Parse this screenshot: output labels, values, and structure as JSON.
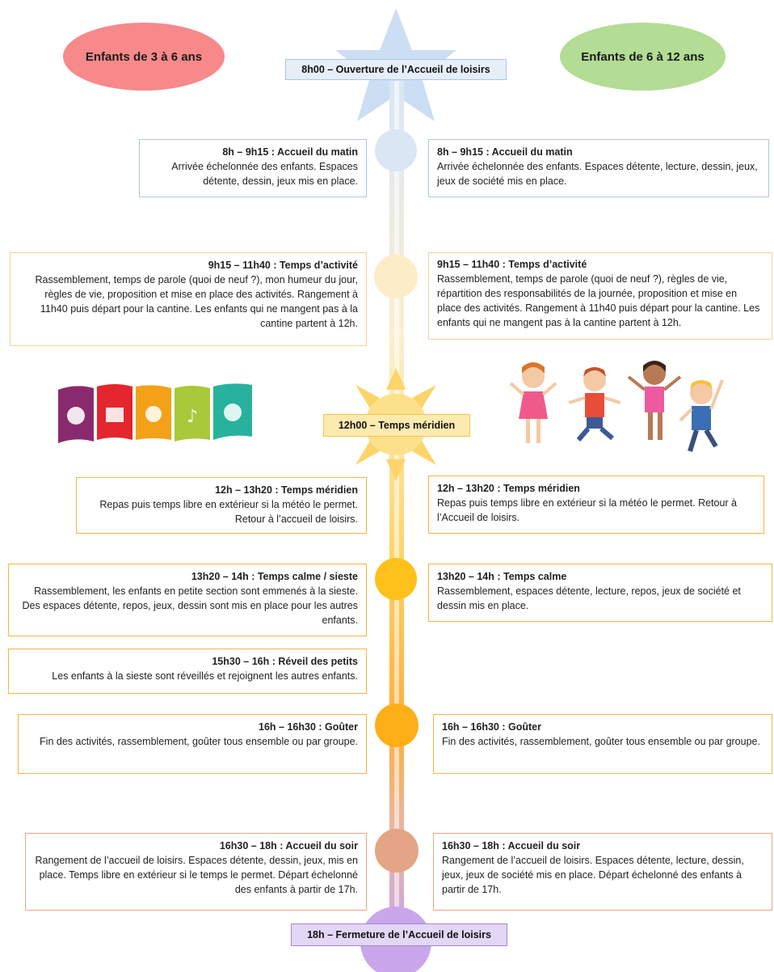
{
  "colors": {
    "left_ellipse": "#f7898a",
    "right_ellipse": "#b3dc94",
    "blue_border": "#a9c6e6",
    "peach_border": "#f7d196",
    "orange_border": "#f5b73a",
    "salmon_border": "#f0a37e",
    "purple_label_bg": "#e3d6f6",
    "purple_label_border": "#a185d6"
  },
  "header": {
    "left_group": "Enfants de 3 à 6 ans",
    "right_group": "Enfants de 6 à 12 ans",
    "opening": "8h00 – Ouverture de l’Accueil de loisirs"
  },
  "midday_label": "12h00 – Temps méridien",
  "closing": "18h – Fermeture de l’Accueil de loisirs",
  "illustrations": {
    "left": "activities-banner-icons",
    "right": "jumping-children"
  },
  "left_blocks": [
    {
      "title": "8h – 9h15 : Accueil du matin",
      "text": "Arrivée échelonnée des enfants. Espaces détente, dessin, jeux mis en place."
    },
    {
      "title": "9h15 – 11h40 : Temps d’activité",
      "text": "Rassemblement, temps de parole (quoi de neuf ?), mon humeur du jour, règles de vie, proposition et mise en place des activités. Rangement à 11h40 puis départ pour la cantine. Les enfants qui ne mangent pas à la cantine partent à 12h."
    },
    {
      "title": "12h – 13h20 : Temps méridien",
      "text": "Repas puis temps libre en extérieur si la météo le permet. Retour à l’accueil de loisirs."
    },
    {
      "title": "13h20 – 14h : Temps calme / sieste",
      "text": "Rassemblement, les enfants en petite section sont emmenés à la sieste. Des espaces détente, repos, jeux, dessin sont mis en place pour les autres enfants."
    },
    {
      "title": "15h30 – 16h : Réveil des petits",
      "text": "Les enfants à la sieste sont réveillés et rejoignent les autres enfants."
    },
    {
      "title": "16h – 16h30 : Goûter",
      "text": "Fin des activités, rassemblement, goûter tous ensemble ou par groupe."
    },
    {
      "title": "16h30 – 18h : Accueil du soir",
      "text": "Rangement de l’accueil de loisirs. Espaces détente, dessin, jeux, mis en place. Temps libre en extérieur si le temps le permet. Départ échelonné des enfants à partir de 17h."
    }
  ],
  "right_blocks": [
    {
      "title": "8h – 9h15 : Accueil du matin",
      "text": "Arrivée échelonnée des enfants. Espaces détente, lecture, dessin, jeux, jeux de société mis en place."
    },
    {
      "title": "9h15 – 11h40 : Temps d’activité",
      "text": "Rassemblement, temps de parole (quoi de neuf ?), règles de vie, répartition des responsabilités de la journée, proposition et mise en place des activités. Rangement à 11h40 puis départ pour la cantine. Les enfants qui ne mangent pas à la cantine partent à 12h."
    },
    {
      "title": "12h – 13h20 : Temps méridien",
      "text": "Repas puis temps libre en extérieur si la météo le permet. Retour à l’Accueil de loisirs."
    },
    {
      "title": "13h20 – 14h : Temps calme",
      "text": "Rassemblement, espaces détente, lecture, repos, jeux de société et dessin mis en place."
    },
    {
      "title": "16h – 16h30 : Goûter",
      "text": "Fin des activités, rassemblement, goûter tous ensemble ou par groupe."
    },
    {
      "title": "16h30 – 18h : Accueil du soir",
      "text": "Rangement de l’accueil de loisirs. Espaces détente, lecture, dessin, jeux, jeux de société mis en place. Départ échelonné des enfants à partir de 17h."
    }
  ]
}
